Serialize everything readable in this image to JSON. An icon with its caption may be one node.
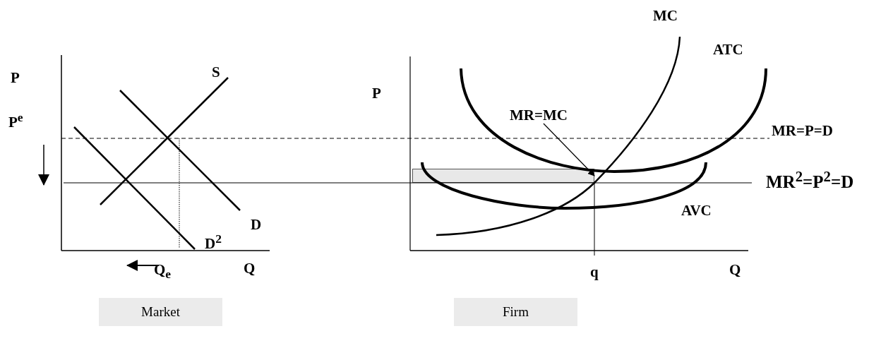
{
  "diagram": {
    "nodes": [
      {
        "text": [
          "MR=MC"
        ]
      },
      {
        "text": [
          "Market"
        ]
      },
      {
        "text": [
          "Firm"
        ]
      },
      {
        "text": [],
        "shape": "bar"
      }
    ],
    "edges": [
      {
        "from": 0,
        "to": 3,
        "arrow": "to"
      }
    ],
    "labels": [
      "MC",
      "ATC",
      "P",
      "S",
      "P",
      "MR=P=D",
      "P$^{e}$",
      "MR$^{2}$=P$^{2}$=D",
      "AVC",
      "D",
      "D$^{2}$",
      "Q$_{e}$",
      "Q",
      "q",
      "Q"
    ]
  }
}
